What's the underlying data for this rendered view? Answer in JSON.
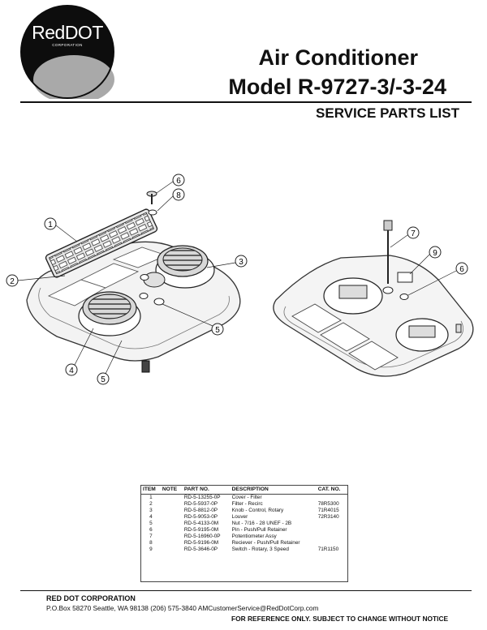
{
  "logo": {
    "brand": "RedDOT",
    "sub": "CORPORATION"
  },
  "header": {
    "title_line1": "Air Conditioner",
    "title_line2": "Model R-9727-3/-3-24",
    "subtitle": "SERVICE PARTS LIST"
  },
  "callouts": {
    "left": [
      "1",
      "2",
      "3",
      "4",
      "5",
      "5",
      "6",
      "8"
    ],
    "right": [
      "7",
      "9",
      "6"
    ]
  },
  "parts_table": {
    "headers": [
      "ITEM",
      "NOTE",
      "PART NO.",
      "DESCRIPTION",
      "CAT. NO."
    ],
    "rows": [
      {
        "item": "1",
        "note": "",
        "part_no": "RD-5-13255-0P",
        "description": "Cover - Filter",
        "cat_no": ""
      },
      {
        "item": "2",
        "note": "",
        "part_no": "RD-5-5937-0P",
        "description": "Filter - Recirc",
        "cat_no": "78R5300"
      },
      {
        "item": "3",
        "note": "",
        "part_no": "RD-5-8812-0P",
        "description": "Knob - Control, Rotary",
        "cat_no": "71R4015"
      },
      {
        "item": "4",
        "note": "",
        "part_no": "RD-5-9053-0P",
        "description": "Louver",
        "cat_no": "72R3140"
      },
      {
        "item": "5",
        "note": "",
        "part_no": "RD-5-4133-0M",
        "description": "Nut - 7/16 - 28 UNEF - 2B",
        "cat_no": ""
      },
      {
        "item": "6",
        "note": "",
        "part_no": "RD-5-9195-0M",
        "description": "Pin - Push/Pull Retainer",
        "cat_no": ""
      },
      {
        "item": "7",
        "note": "",
        "part_no": "RD-5-16960-0P",
        "description": "Potentiometer Assy",
        "cat_no": ""
      },
      {
        "item": "8",
        "note": "",
        "part_no": "RD-5-9196-0M",
        "description": "Reciever - Push/Pull Retainer",
        "cat_no": ""
      },
      {
        "item": "9",
        "note": "",
        "part_no": "RD-5-3646-0P",
        "description": "Switch - Rotary, 3 Speed",
        "cat_no": "71R1150"
      }
    ]
  },
  "footer": {
    "company": "RED DOT CORPORATION",
    "address": "P.O.Box 58270 Seattle, WA 98138  (206) 575-3840   AMCustomerService@RedDotCorp.com",
    "disclaimer": "FOR REFERENCE ONLY. SUBJECT TO CHANGE  WITHOUT  NOTICE"
  }
}
